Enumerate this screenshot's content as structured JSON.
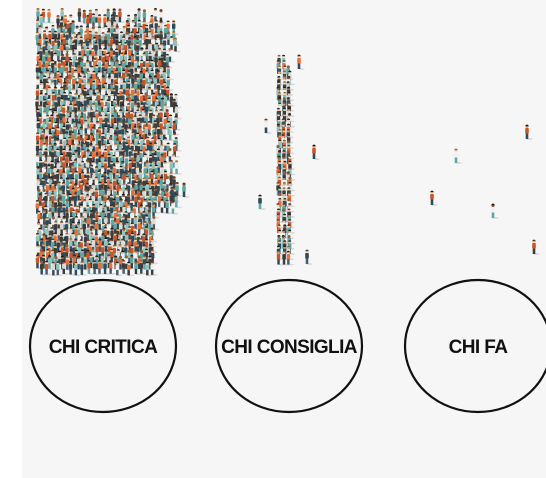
{
  "groups": [
    {
      "key": "critics",
      "label": "CHI CRITICA",
      "people_level": "many"
    },
    {
      "key": "advisors",
      "label": "CHI CONSIGLIA",
      "people_level": "some"
    },
    {
      "key": "doers",
      "label": "CHI FA",
      "people_level": "few"
    }
  ],
  "colors": {
    "background": "#f6f6f6",
    "ellipse_stroke": "#111111",
    "text": "#111111",
    "person_palette": [
      "#5fa7a3",
      "#e8703a",
      "#2f4a5a",
      "#d9d9d9",
      "#8fc3c0",
      "#c9552b",
      "#3c3c3c",
      "#f0f0f0"
    ]
  }
}
